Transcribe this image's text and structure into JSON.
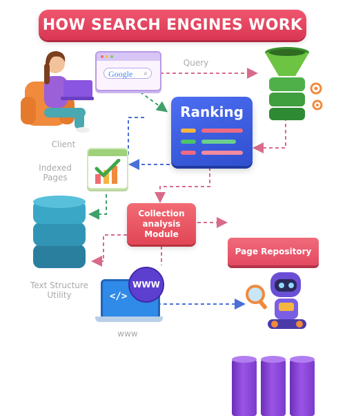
{
  "title": "HOW SEARCH ENGINES WORK",
  "labels": {
    "query": "Query",
    "client": "Client",
    "indexed_pages": [
      "Indexed",
      "Pages"
    ],
    "text_structure_utility": [
      "Text Structure",
      "Utility"
    ],
    "www": "www"
  },
  "boxes": {
    "ranking": "Ranking",
    "collection": [
      "Collection",
      "analysis",
      "Module"
    ],
    "page_repository": "Page Repository"
  },
  "browser": {
    "search_text": "Google",
    "search_icon": "magnifier-icon"
  },
  "laptop": {
    "code_text": "</>",
    "globe_text": "WWW"
  },
  "colors": {
    "title": "#e0405c",
    "ranking": "#3c5ee6",
    "collection": "#e9505f",
    "repository": "#8a44d8",
    "database": "#2e8fb0",
    "funnel": "#5fbf3c",
    "arrow": "#d86a8a"
  }
}
